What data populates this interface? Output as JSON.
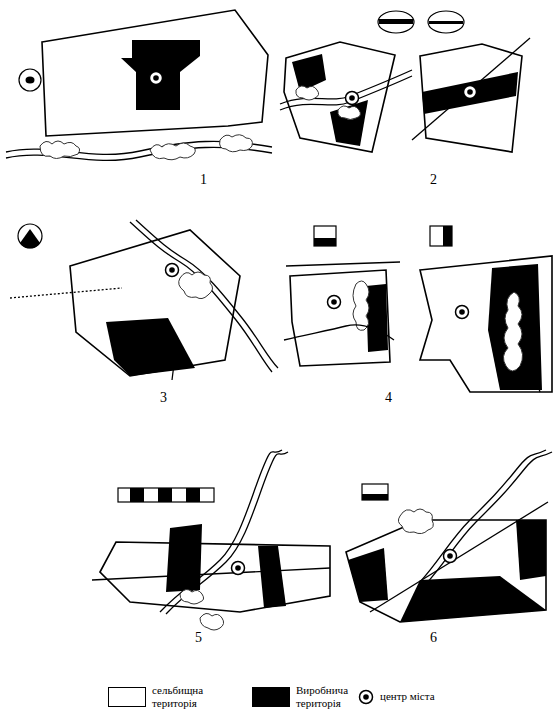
{
  "diagram": {
    "labels": [
      "1",
      "2",
      "3",
      "4",
      "5",
      "6"
    ],
    "legend": [
      {
        "text": "сельбищна територія",
        "color": "#ffffff"
      },
      {
        "text": "Виробнича територія",
        "color": "#000000"
      },
      {
        "text": "центр міста"
      }
    ]
  }
}
